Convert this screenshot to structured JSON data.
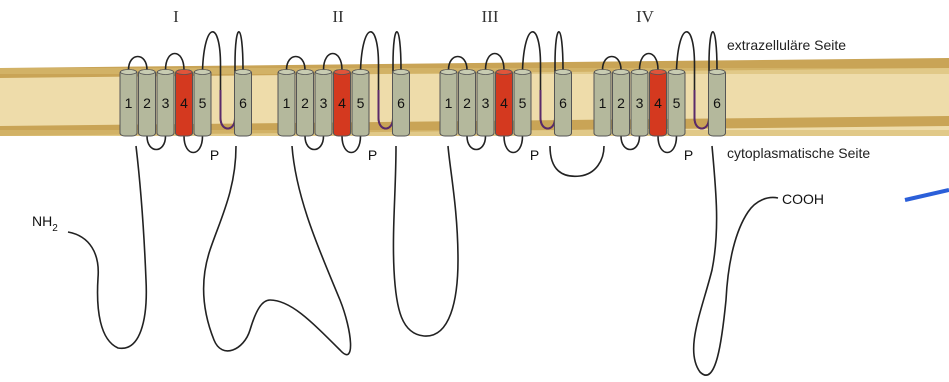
{
  "labels": {
    "extracellular": "extrazelluläre Seite",
    "cytoplasmic": "cytoplasmatische Seite",
    "n_terminus": "NH2",
    "n_main": "NH",
    "n_sub": "2",
    "c_terminus": "COOH",
    "pore": "P"
  },
  "domains": [
    {
      "roman": "I",
      "segments": [
        "1",
        "2",
        "3",
        "4",
        "5",
        "6"
      ]
    },
    {
      "roman": "II",
      "segments": [
        "1",
        "2",
        "3",
        "4",
        "5",
        "6"
      ]
    },
    {
      "roman": "III",
      "segments": [
        "1",
        "2",
        "3",
        "4",
        "5",
        "6"
      ]
    },
    {
      "roman": "IV",
      "segments": [
        "1",
        "2",
        "3",
        "4",
        "5",
        "6"
      ]
    }
  ],
  "colors": {
    "membrane": "#eedcaa",
    "membrane_edge": "#c9a456",
    "helix": "#b4b89c",
    "voltage_sensor": "#d4391f",
    "pore_loop": "#5a2a6a"
  }
}
